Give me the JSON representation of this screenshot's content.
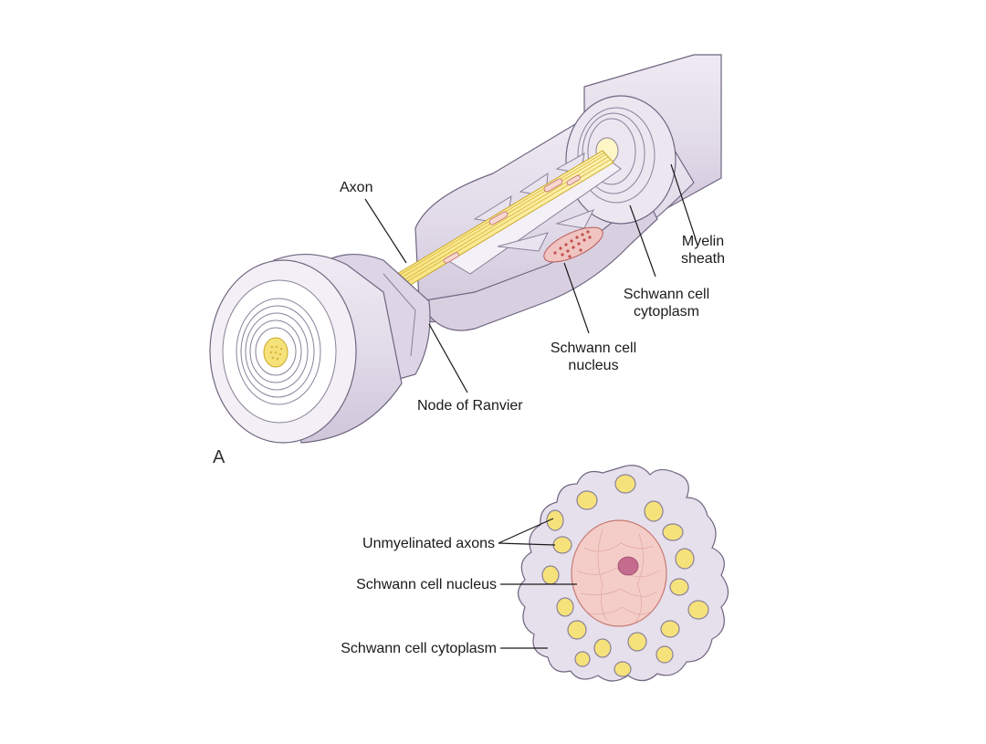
{
  "diagram_a": {
    "panel_label": "A",
    "labels": {
      "axon": "Axon",
      "myelin_line1": "Myelin",
      "myelin_line2": "sheath",
      "cyto_line1": "Schwann cell",
      "cyto_line2": "cytoplasm",
      "nucleus_line1": "Schwann cell",
      "nucleus_line2": "nucleus",
      "node": "Node of Ranvier"
    }
  },
  "diagram_b": {
    "labels": {
      "unmyelinated": "Unmyelinated axons",
      "nucleus": "Schwann cell nucleus",
      "cytoplasm": "Schwann cell cytoplasm"
    }
  },
  "colors": {
    "sheath": "#e6e0ec",
    "sheath_dark": "#c9c0d4",
    "outline": "#6f6680",
    "axon": "#f2dc6a",
    "axon_light": "#fbf0a8",
    "nucleus": "#f0c4c0",
    "nucleus_dots": "#c0504d"
  }
}
